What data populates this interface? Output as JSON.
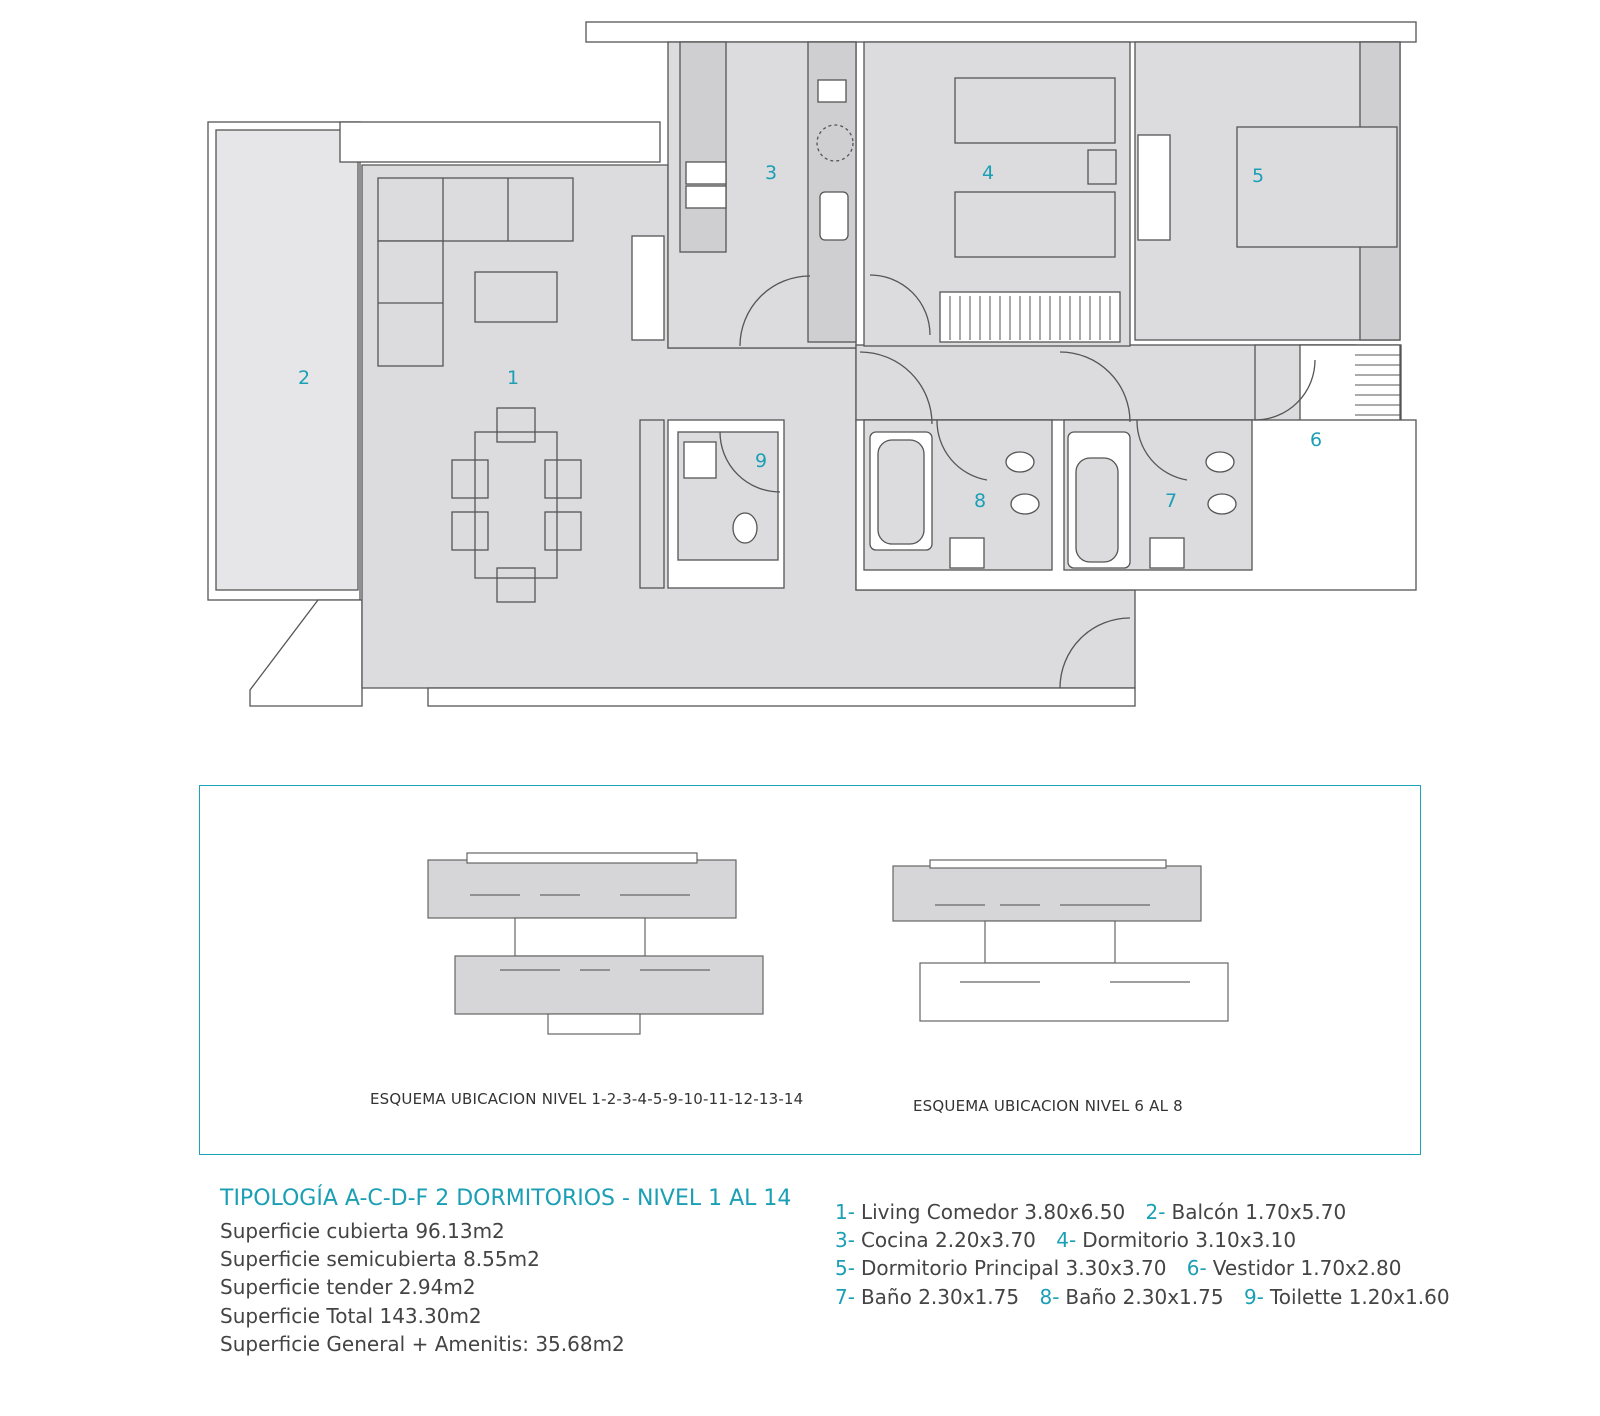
{
  "plan": {
    "room_numbers": [
      "1",
      "2",
      "3",
      "4",
      "5",
      "6",
      "7",
      "8",
      "9"
    ]
  },
  "schemes": {
    "caption_a": "ESQUEMA UBICACION NIVEL 1-2-3-4-5-9-10-11-12-13-14",
    "caption_b": "ESQUEMA UBICACION NIVEL 6 AL 8"
  },
  "summary": {
    "title": "TIPOLOGÍA A-C-D-F  2 DORMITORIOS - NIVEL 1 AL 14",
    "lines": [
      "Superficie cubierta 96.13m2",
      "Superficie semicubierta 8.55m2",
      "Superficie tender 2.94m2",
      "Superficie Total 143.30m2",
      "Superficie General + Amenitis: 35.68m2"
    ]
  },
  "legend": [
    {
      "num": "1-",
      "text": "Living Comedor 3.80x6.50"
    },
    {
      "num": "2-",
      "text": "Balcón 1.70x5.70"
    },
    {
      "num": "3-",
      "text": "Cocina 2.20x3.70"
    },
    {
      "num": "4-",
      "text": "Dormitorio 3.10x3.10"
    },
    {
      "num": "5-",
      "text": "Dormitorio Principal 3.30x3.70"
    },
    {
      "num": "6-",
      "text": "Vestidor 1.70x2.80"
    },
    {
      "num": "7-",
      "text": "Baño 2.30x1.75"
    },
    {
      "num": "8-",
      "text": "Baño 2.30x1.75"
    },
    {
      "num": "9-",
      "text": "Toilette 1.20x1.60"
    }
  ],
  "colors": {
    "accent": "#1a9fb5",
    "fill": "#dcdcde",
    "line": "#555555"
  }
}
